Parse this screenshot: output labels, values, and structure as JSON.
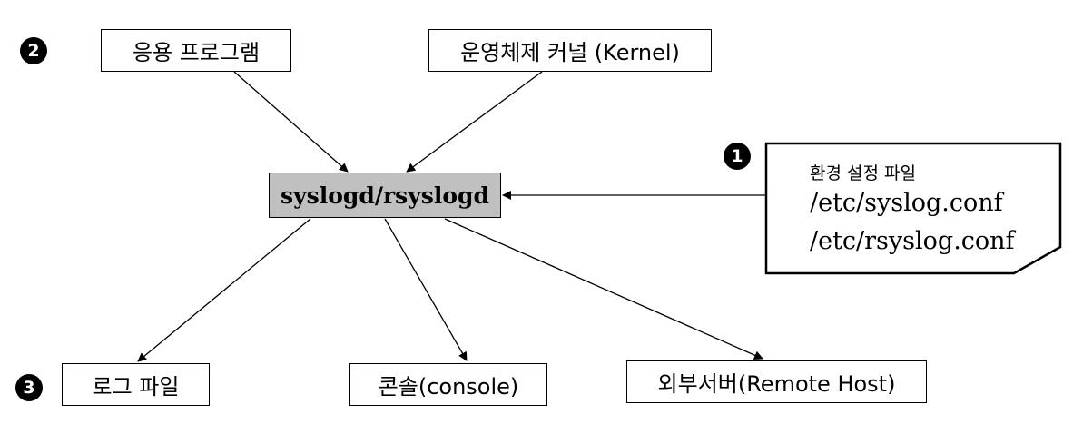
{
  "nodes": {
    "app": "응용 프로그램",
    "kernel": "운영체제 커널 (Kernel)",
    "center": "syslogd/rsyslogd",
    "log_file": "로그 파일",
    "console": "콘솔(console)",
    "remote": "외부서버(Remote Host)"
  },
  "config": {
    "title": "환경 설정 파일",
    "files": [
      "/etc/syslog.conf",
      "/etc/rsyslog.conf"
    ]
  },
  "badges": {
    "one": "1",
    "two": "2",
    "three": "3"
  }
}
